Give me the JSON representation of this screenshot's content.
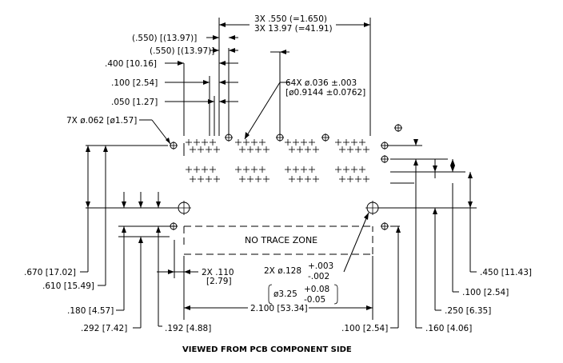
{
  "labels": {
    "top_pitch_line1": "3X .550  (=1.650)",
    "top_pitch_line2": "3X 13.97  (=41.91)",
    "ref_550_a": "(.550) [(13.97)]",
    "ref_550_b": "(.550) [(13.97)]",
    "dim_400": ".400 [10.16]",
    "dim_100_top": ".100 [2.54]",
    "dim_050": ".050 [1.27]",
    "holes_64_line1": "64X ø.036 ±.003",
    "holes_64_line2": "[ø0.9144 ±0.0762]",
    "holes_7": "7X ø.062 [ø1.57]",
    "dim_670": ".670 [17.02]",
    "dim_610": ".610 [15.49]",
    "dim_180": ".180 [4.57]",
    "dim_292": ".292 [7.42]",
    "dim_192": ".192 [4.88]",
    "dim_110_line1": "2X .110",
    "dim_110_line2": "[2.79]",
    "dim_128_prefix": "2X ø.128",
    "dim_128_plus": "+.003",
    "dim_128_minus": "-.002",
    "dim_325_main": "ø3.25",
    "dim_325_plus": "+0.08",
    "dim_325_minus": "-0.05",
    "dim_2100": "2.100 [53.34]",
    "dim_100_bottom": ".100 [2.54]",
    "dim_160": ".160 [4.06]",
    "dim_250": ".250 [6.35]",
    "dim_100_right": ".100 [2.54]",
    "dim_450": ".450 [11.43]",
    "no_trace_zone": "NO TRACE ZONE",
    "caption": "VIEWED FROM PCB COMPONENT SIDE"
  }
}
